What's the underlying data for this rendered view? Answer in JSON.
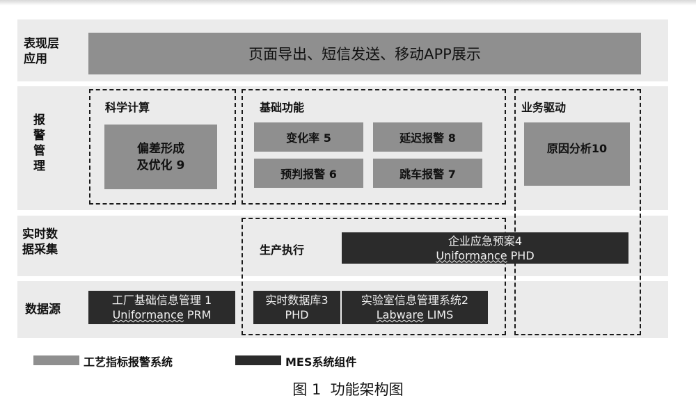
{
  "layers": {
    "presentation": "表现层\n应用",
    "alarm_mgmt": "报\n警\n管\n理",
    "realtime": "实时数\n据采集",
    "datasource": "数据源"
  },
  "presentation_bar": "页面导出、短信发送、移动APP展示",
  "groups": {
    "science": {
      "title": "科学计算",
      "item": "偏差形成\n及优化 9"
    },
    "basic": {
      "title": "基础功能",
      "items": [
        "变化率 5",
        "延迟报警 8",
        "预判报警 6",
        "跳车报警 7"
      ]
    },
    "business": {
      "title": "业务驱动",
      "item": "原因分析10"
    },
    "production": {
      "title": "生产执行"
    }
  },
  "mes": {
    "emergency": {
      "line1": "企业应急预案4",
      "line2_under": "Uniformance",
      "line2_rest": " PHD"
    },
    "factory": {
      "line1": "工厂基础信息管理 1",
      "line2_under": "Uniformance",
      "line2_rest": " PRM"
    },
    "rtdb": {
      "line1": "实时数据库3",
      "line2": "PHD"
    },
    "lims": {
      "line1": "实验室信息管理系统2",
      "line2_under": "Labware",
      "line2_rest": " LIMS"
    }
  },
  "legend": {
    "gray_label": "工艺指标报警系统",
    "dark_label": "MES系统组件",
    "gray_color": "#8f8f8f",
    "dark_color": "#2b2b2b"
  },
  "caption": "图 1  功能架构图"
}
